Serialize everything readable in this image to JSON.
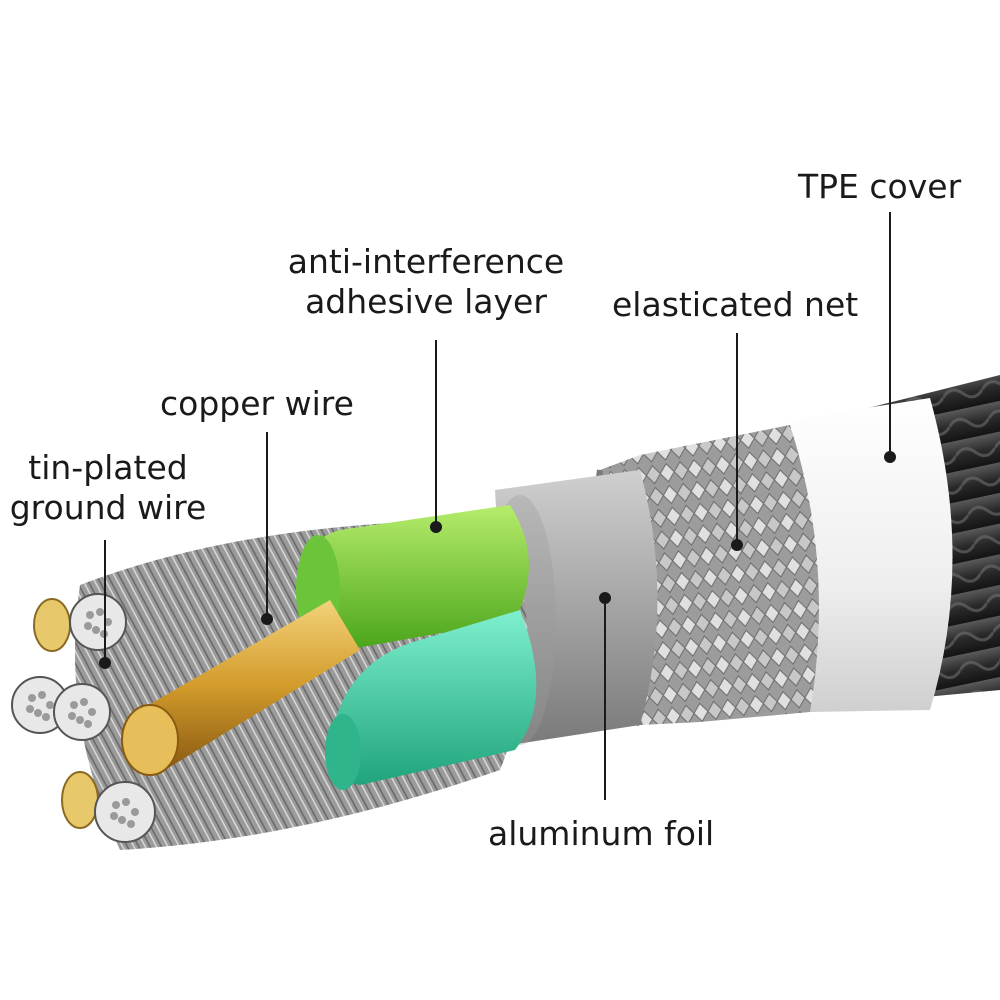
{
  "labels": {
    "tpe_cover": "TPE cover",
    "anti_interference": [
      "anti-interference",
      "adhesive layer"
    ],
    "elasticated_net": "elasticated net",
    "copper_wire": "copper wire",
    "tin_plated": [
      "tin-plated",
      "ground wire"
    ],
    "aluminum_foil": "aluminum foil"
  },
  "colors": {
    "tpe_jacket_outer": "#2e2e2e",
    "tpe_white": "#f2f2f2",
    "braid": "#b9b9b9",
    "foil": "#a8a8a8",
    "green_core": "#7bd23a",
    "teal_core": "#3fcfa6",
    "copper": "#d6a233",
    "strand": "#9a9a9a",
    "leader": "#1a1a1a"
  }
}
